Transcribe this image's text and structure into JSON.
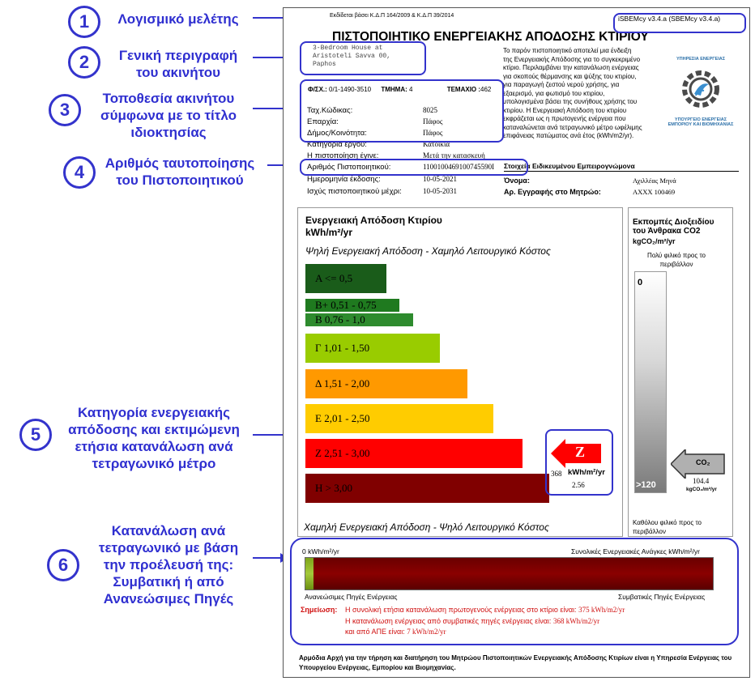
{
  "callouts": [
    {
      "num": "1",
      "label": "Λογισμικό μελέτης"
    },
    {
      "num": "2",
      "label": "Γενική περιγραφή\nτου ακινήτου"
    },
    {
      "num": "3",
      "label": "Τοποθεσία ακινήτου\nσύμφωνα με το τίτλο\nιδιοκτησίας"
    },
    {
      "num": "4",
      "label": "Αριθμός ταυτοποίησης\nτου Πιστοποιητικού"
    },
    {
      "num": "5",
      "label": "Κατηγορία ενεργειακής\nαπόδοσης και εκτιμώμενη\nετήσια κατανάλωση ανά\nτετραγωνικό μέτρο"
    },
    {
      "num": "6",
      "label": "Κατανάλωση ανά\nτετραγωνικό με βάση\nτην προέλευσή της:\nΣυμβατική ή από\nΑνανεώσιμες Πηγές"
    }
  ],
  "header": {
    "legal": "Εκδίδεται βάσει Κ.Δ.Π 164/2009 & Κ.Δ.Π 39/2014",
    "software": "iSBEMcy v3.4.a (SBEMcy v3.4.a)",
    "title": "ΠΙΣΤΟΠΟΙΗΤΙΚΟ ΕΝΕΡΓΕΙΑΚΗΣ ΑΠΟΔΟΣΗΣ ΚΤΙΡΙΟΥ"
  },
  "property": {
    "description_lines": [
      "3-Bedroom House at",
      "Aristoteli Savva 00,",
      "Paphos"
    ],
    "fx_label": "Φ/ΣΧ.:",
    "fx_value": "0/1-1490-3510",
    "tmima_label": "ΤΜΗΜΑ:",
    "tmima_value": "4",
    "temaxio_label": "ΤΕΜΑΧΙΟ :",
    "temaxio_value": "462",
    "rows": [
      {
        "label": "Ταχ.Κώδικας:",
        "value": "8025"
      },
      {
        "label": "Επαρχία:",
        "value": "Πάφος"
      },
      {
        "label": "Δήμος/Κοινότητα:",
        "value": "Πάφος"
      },
      {
        "label": "Κατηγορία έργου:",
        "value": "Κατοικία"
      },
      {
        "label": "Η πιστοποίηση έγινε:",
        "value": "Μετά την κατασκευή"
      },
      {
        "label": "Αριθμός Πιστοποιητικού:",
        "value": "1100100469100745590I"
      },
      {
        "label": "Ημερομηνία έκδοσης:",
        "value": "10-05-2021"
      },
      {
        "label": "Ισχύς πιστοποιητικού μέχρι:",
        "value": "10-05-2031"
      }
    ]
  },
  "intro_text": "Το παρόν πιστοποιητικό αποτελεί μια ένδειξη της Ενεργειακής Απόδοσης για το συγκεκριμένο κτίριο. Περιλαμβάνει την κατανάλωση ενέργειας για σκοπούς θέρμανσης και ψύξης του κτιρίου, για παραγωγή ζεστού νερού χρήσης, για εξαερισμό, για φωτισμό του κτιρίου, υπολογισμένα βάσει της συνήθους χρήσης του κτιρίου. Η Ενεργειακή Απόδοση του κτιρίου εκφράζεται ως η πρωτογενής ενέργεια που καταναλώνεται ανά τετραγωνικό μέτρο ωφέλιμης επιφάνειας πατώματος ανά έτος (kWh/m2/yr).",
  "logo": {
    "top": "ΥΠΗΡΕΣΙΑ ΕΝΕΡΓΕΙΑΣ",
    "bottom1": "ΥΠΟΥΡΓΕΙΟ ΕΝΕΡΓΕΙΑΣ",
    "bottom2": "ΕΜΠΟΡΙΟΥ ΚΑΙ ΒΙΟΜΗΧΑΝΙΑΣ"
  },
  "expert": {
    "heading": "Στοιχεία Ειδικευμένου Εμπειρογνώμονα",
    "name_label": "Όνομα:",
    "name_value": "Αχιλλέας Μηνά",
    "reg_label": "Αρ. Εγγραφής στο Μητρώο:",
    "reg_value": "AXXX 100469"
  },
  "rating": {
    "title1": "Ενεργειακή Απόδοση Κτιρίου",
    "title2": "kWh/m²/yr",
    "top_caption": "Ψηλή Ενεργειακή Απόδοση - Χαμηλό Λειτουργικό Κόστος",
    "bottom_caption": "Χαμηλή Ενεργειακή Απόδοση - Ψηλό Λειτουργικό Κόστος",
    "bands": [
      {
        "label": "A <= 0,5",
        "color": "#1a5c1a"
      },
      {
        "label": "B+ 0,51 - 0,75",
        "color": "#1f7a1f"
      },
      {
        "label": "B  0,76 - 1,0",
        "color": "#2e8b2e"
      },
      {
        "label": "Γ  1,01 - 1,50",
        "color": "#99cc00"
      },
      {
        "label": "Δ  1,51 - 2,00",
        "color": "#ff9900"
      },
      {
        "label": "Ε  2,01 - 2,50",
        "color": "#ffcc00"
      },
      {
        "label": "Ζ  2,51 - 3,00",
        "color": "#ff0000"
      },
      {
        "label": "Η  > 3,00",
        "color": "#800000"
      }
    ],
    "current_letter": "Z",
    "current_value": "368",
    "current_unit": "kWh/m²/yr",
    "current_ratio": "2.56"
  },
  "co2": {
    "title": "Εκπομπές Διοξειδίου του Άνθρακα  CO2",
    "unit": "kgCO₂/m²/yr",
    "top_note": "Πολύ φιλικό προς το περιβάλλον",
    "scale_top": "0",
    "scale_bottom": ">120",
    "badge": "CO₂",
    "value": "104.4",
    "value_unit": "kgCO₂/m²/yr",
    "bottom_note": "Καθόλου φιλικό προς το περιβάλλον"
  },
  "consumption": {
    "left_label": "0 kWh/m²/yr",
    "right_label": "Συνολικές Ενεργειακές Ανάγκες kWh/m²/yr",
    "renewable_label": "Ανανεώσιμες Πηγές Ενέργειας",
    "conventional_label": "Συμβατικές Πηγές Ενέργειας",
    "note_label": "Σημείωση:",
    "note1": "Η συνολική ετήσια κατανάλωση πρωτογενούς ενέργειας στο κτίριο είναι:",
    "note1_value": "375 kWh/m2/yr",
    "note2": "Η κατανάλωση ενέργειας από συμβατικές πηγές ενέργειας είναι:",
    "note2_value": "368 kWh/m2/yr",
    "note3": "και από ΑΠΕ είναι:",
    "note3_value": "7 kWh/m2/yr",
    "renewable_fraction": 0.019
  },
  "footer": "Αρμόδια Αρχή για την τήρηση και διατήρηση του Μητρώου Πιστοποιητικών Ενεργειακής Απόδοσης Κτιρίων είναι η Υπηρεσία Ενέργειας του Υπουργείου Ενέργειας, Εμπορίου και Βιομηχανίας."
}
